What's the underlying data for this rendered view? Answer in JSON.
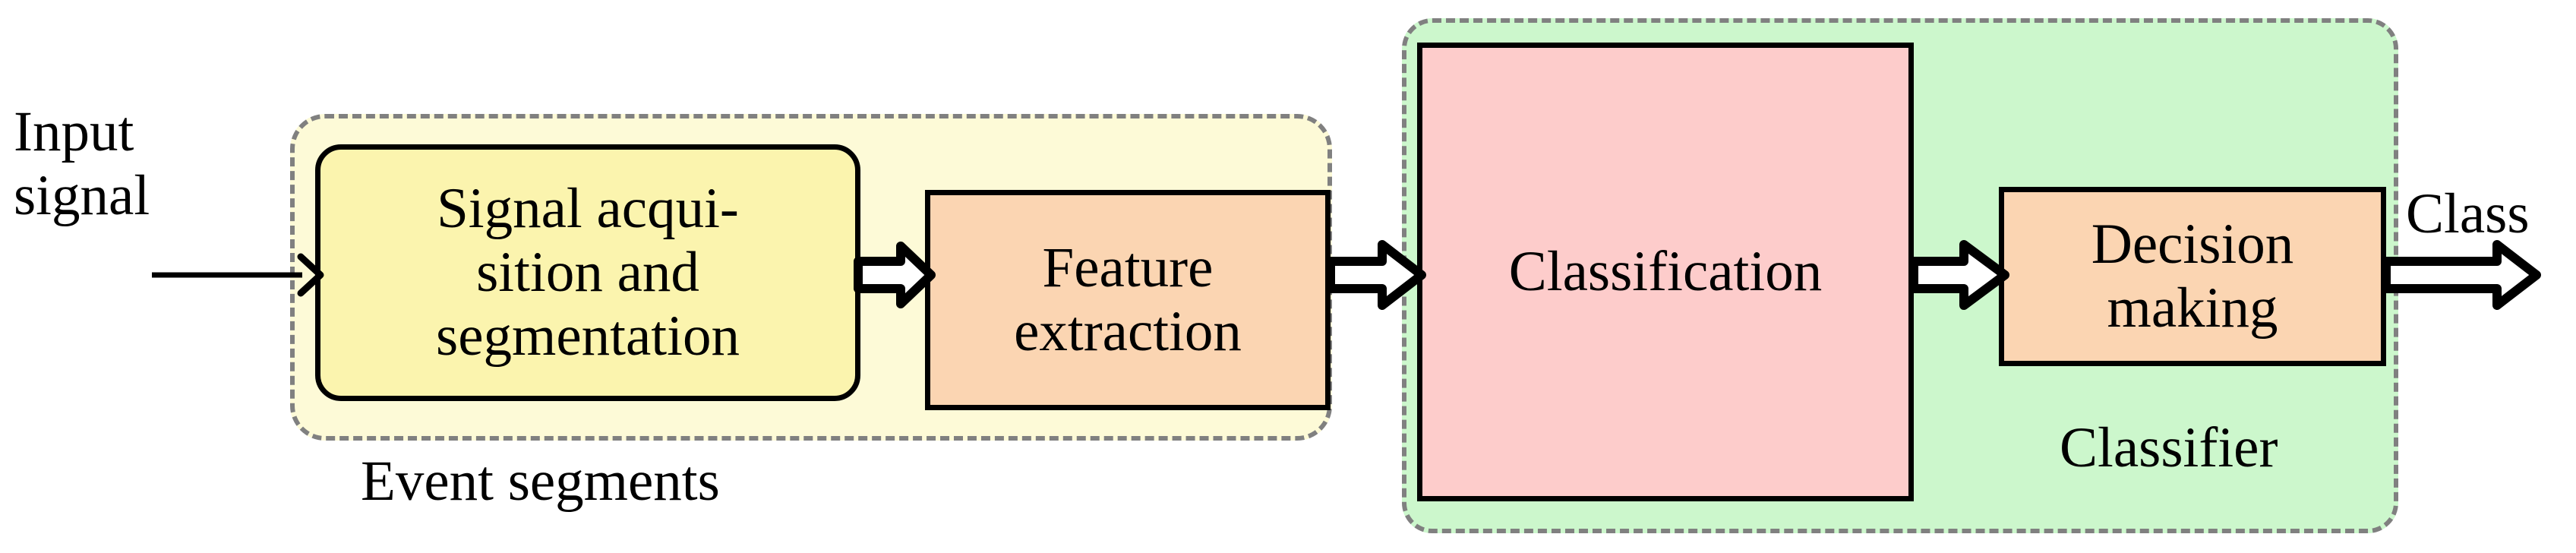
{
  "diagram": {
    "title": "Signal classification pipeline block diagram",
    "colors": {
      "segmentation_group_fill": "#FDFAD7",
      "segmentation_group_border": "#808080",
      "classifier_group_fill": "#CCF7CC",
      "classifier_group_border": "#808080",
      "signal_box_fill": "#FBF4AE",
      "feature_box_fill": "#FBD5B2",
      "classification_box_fill": "#FDCCCB",
      "decision_box_fill": "#FBD5B2",
      "stroke": "#000000",
      "background": "#FFFFFF"
    },
    "labels": {
      "input_signal": "Input\nsignal",
      "event_segments": "Event segments",
      "classifier": "Classifier",
      "class_output": "Class"
    },
    "blocks": [
      {
        "id": "signal-acquisition",
        "label": "Signal acqui-\nsition and\nsegmentation",
        "fill": "#FBF4AE",
        "shape": "rounded-rect"
      },
      {
        "id": "feature-extraction",
        "label": "Feature\nextraction",
        "fill": "#FBD5B2",
        "shape": "rect"
      },
      {
        "id": "classification",
        "label": "Classification",
        "fill": "#FDCCCB",
        "shape": "rect"
      },
      {
        "id": "decision-making",
        "label": "Decision\nmaking",
        "fill": "#FBD5B2",
        "shape": "rect"
      }
    ],
    "groups": [
      {
        "id": "segmentation-group",
        "label": "Event segments",
        "fill": "#FDFAD7",
        "border_style": "dashed"
      },
      {
        "id": "classifier-group",
        "label": "Classifier",
        "fill": "#CCF7CC",
        "border_style": "dashed"
      }
    ],
    "connectors": [
      {
        "id": "input-to-signal",
        "from": "input-signal",
        "to": "signal-acquisition",
        "style": "thin-line-arrow"
      },
      {
        "id": "signal-to-feature",
        "from": "signal-acquisition",
        "to": "feature-extraction",
        "style": "hollow-double-arrow"
      },
      {
        "id": "feature-to-classification",
        "from": "feature-extraction",
        "to": "classification",
        "style": "hollow-double-arrow"
      },
      {
        "id": "classification-to-decision",
        "from": "classification",
        "to": "decision-making",
        "style": "hollow-double-arrow"
      },
      {
        "id": "decision-to-class",
        "from": "decision-making",
        "to": "class-output",
        "style": "hollow-double-arrow"
      }
    ]
  }
}
